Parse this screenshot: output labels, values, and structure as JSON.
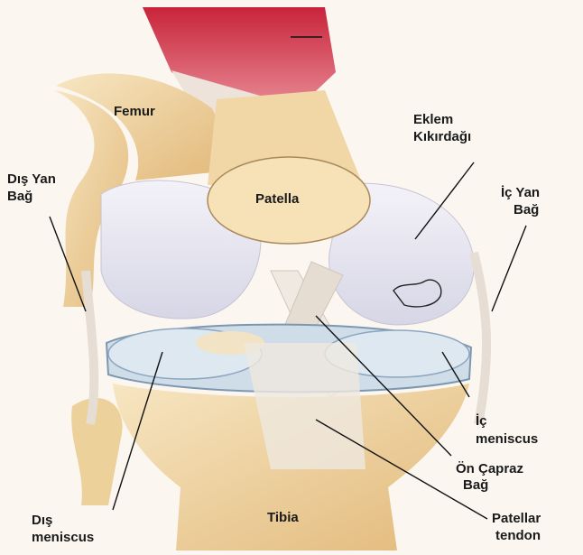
{
  "labels": {
    "femur": "Femur",
    "eklem_line1": "Eklem",
    "eklem_line2": "Kıkırdağı",
    "dis_yan_line1": "Dış Yan",
    "dis_yan_line2": "Bağ",
    "patella": "Patella",
    "ic_yan_line1": "İç Yan",
    "ic_yan_line2": "Bağ",
    "ic_meniscus_line1": "İç",
    "ic_meniscus_line2": "meniscus",
    "on_capraz_line1": "Ön Çapraz",
    "on_capraz_line2": "Bağ",
    "dis_meniscus_line1": "Dış",
    "dis_meniscus_line2": "meniscus",
    "tibia": "Tibia",
    "patellar_line1": "Patellar",
    "patellar_line2": "tendon"
  },
  "colors": {
    "bone": "#e8c98e",
    "bone_light": "#f5e3bd",
    "cartilage": "#e4e6f0",
    "meniscus": "#c9dbe8",
    "muscle": "#d2374a",
    "ligament": "#ece6df",
    "leader": "#111111"
  }
}
